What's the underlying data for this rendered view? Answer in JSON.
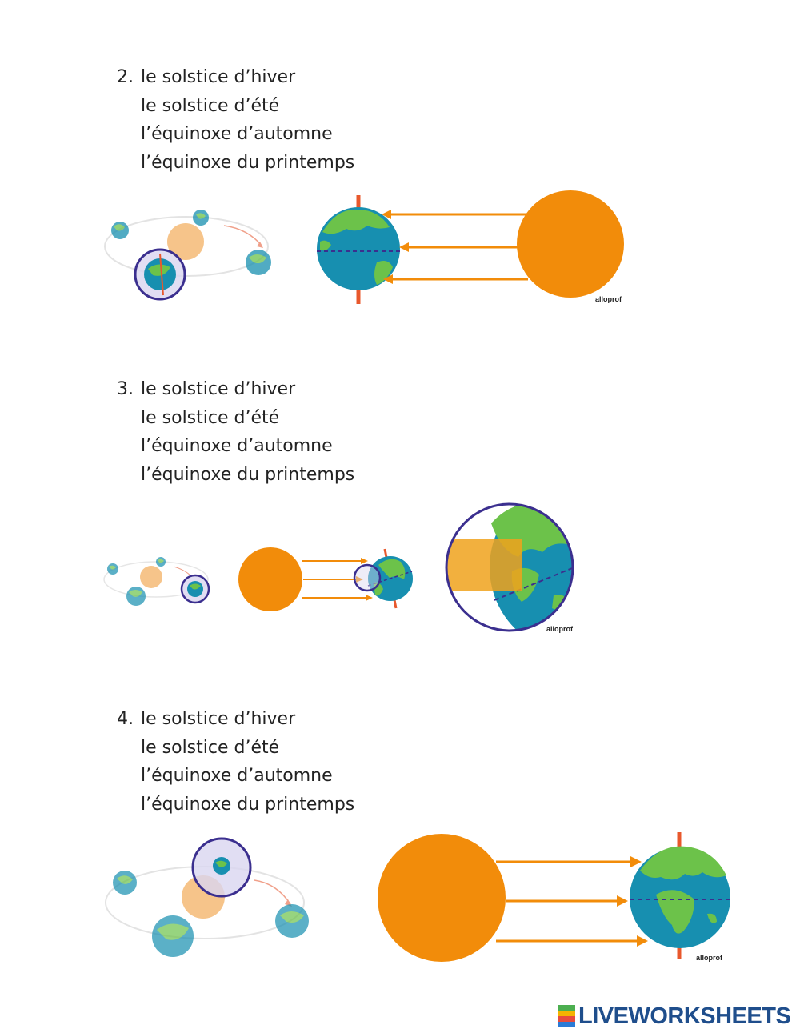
{
  "questions": [
    {
      "number": "2.",
      "options": [
        "le solstice d’hiver",
        "le solstice d’été",
        "l’équinoxe d’automne",
        "l’équinoxe du printemps"
      ],
      "credit": "alloprof"
    },
    {
      "number": "3.",
      "options": [
        "le solstice d’hiver",
        "le solstice d’été",
        "l’équinoxe d’automne",
        "l’équinoxe du printemps"
      ],
      "credit": "alloprof"
    },
    {
      "number": "4.",
      "options": [
        "le solstice d’hiver",
        "le solstice d’été",
        "l’équinoxe d’automne",
        "l’équinoxe du printemps"
      ],
      "credit": "alloprof"
    }
  ],
  "footer": {
    "brand": "LIVEWORKSHEETS"
  },
  "colors": {
    "sun": "#f28c0a",
    "sun_faded": "#f6c48a",
    "ocean": "#178fb0",
    "land": "#6cc24a",
    "axis": "#e8582c",
    "highlight_ring": "#3b2f8f",
    "brand": "#1f4e8c"
  }
}
